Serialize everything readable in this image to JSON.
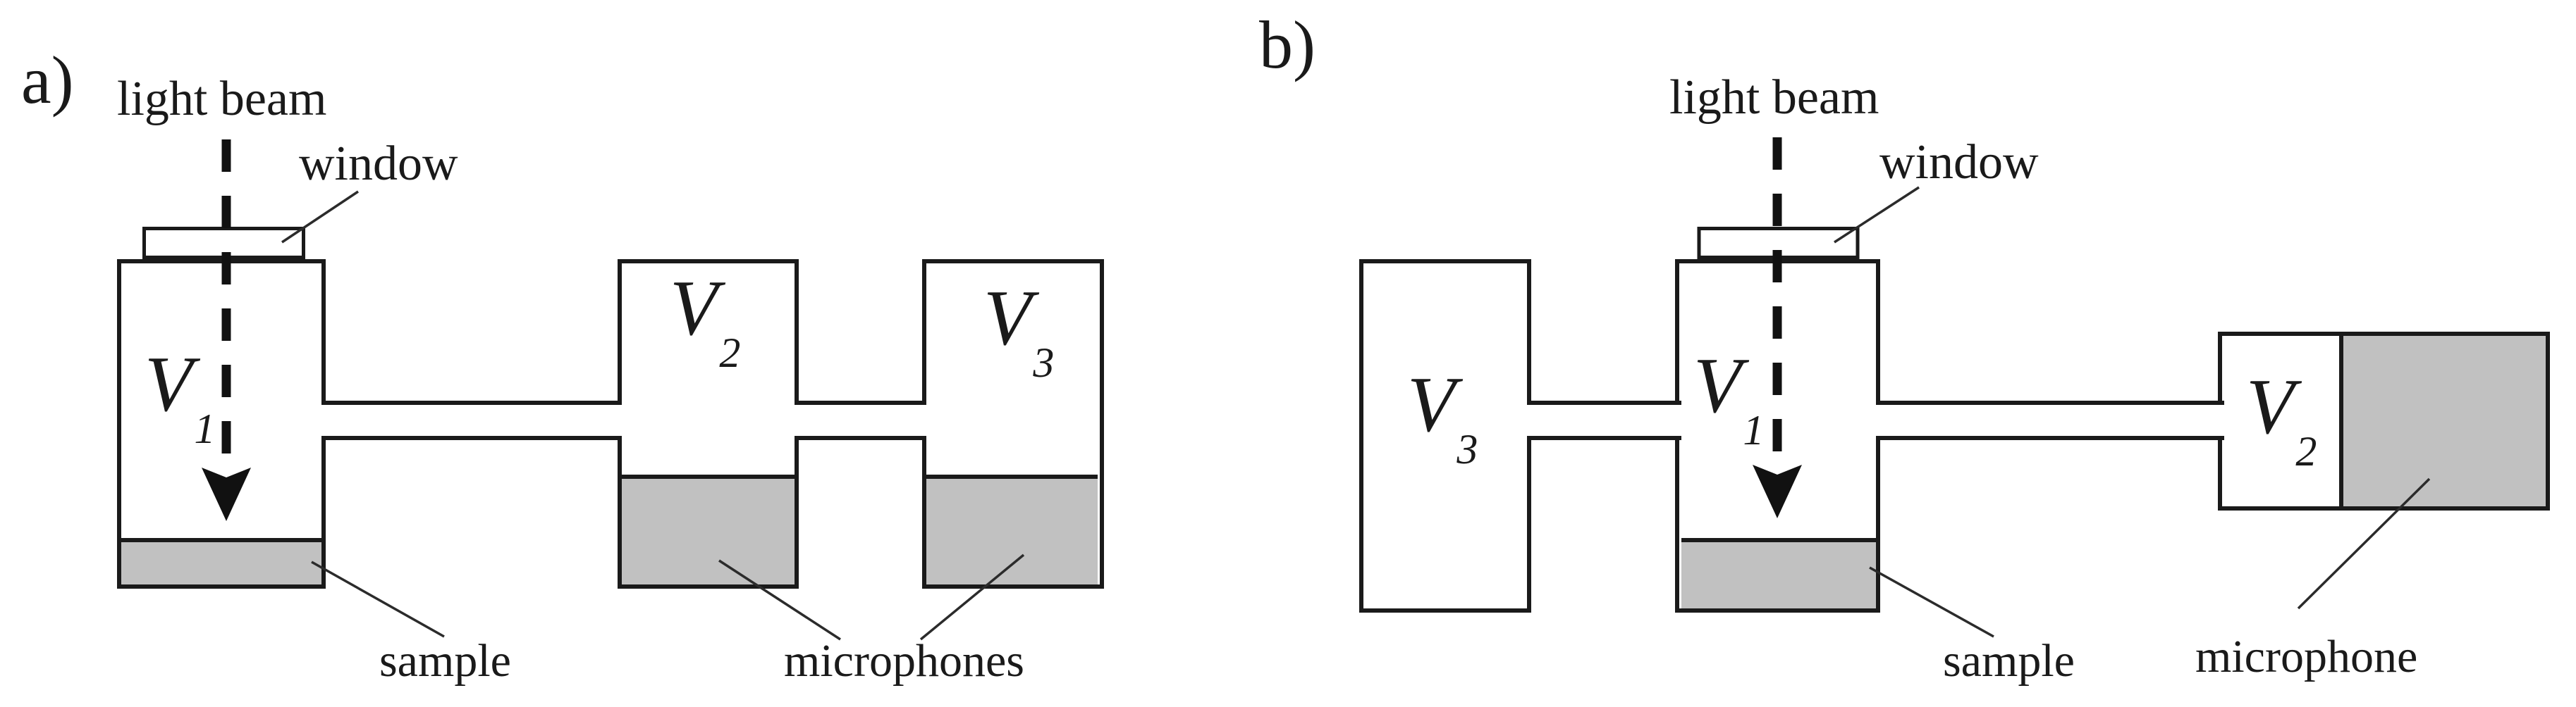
{
  "figure": {
    "colors": {
      "chamber_fill_gray": "#c1c1c1",
      "line_black": "#1a1a1a",
      "background": "#ffffff"
    },
    "panels": [
      {
        "tag": "a)",
        "annotations": {
          "light_beam": "light beam",
          "window": "window",
          "sample": "sample",
          "microphones": "microphones"
        },
        "chambers": [
          {
            "symbol": "V",
            "subscript": "1"
          },
          {
            "symbol": "V",
            "subscript": "2"
          },
          {
            "symbol": "V",
            "subscript": "3"
          }
        ]
      },
      {
        "tag": "b)",
        "annotations": {
          "light_beam": "light beam",
          "window": "window",
          "sample": "sample",
          "microphone": "microphone"
        },
        "chambers": [
          {
            "symbol": "V",
            "subscript": "3"
          },
          {
            "symbol": "V",
            "subscript": "1"
          },
          {
            "symbol": "V",
            "subscript": "2"
          }
        ]
      }
    ]
  }
}
